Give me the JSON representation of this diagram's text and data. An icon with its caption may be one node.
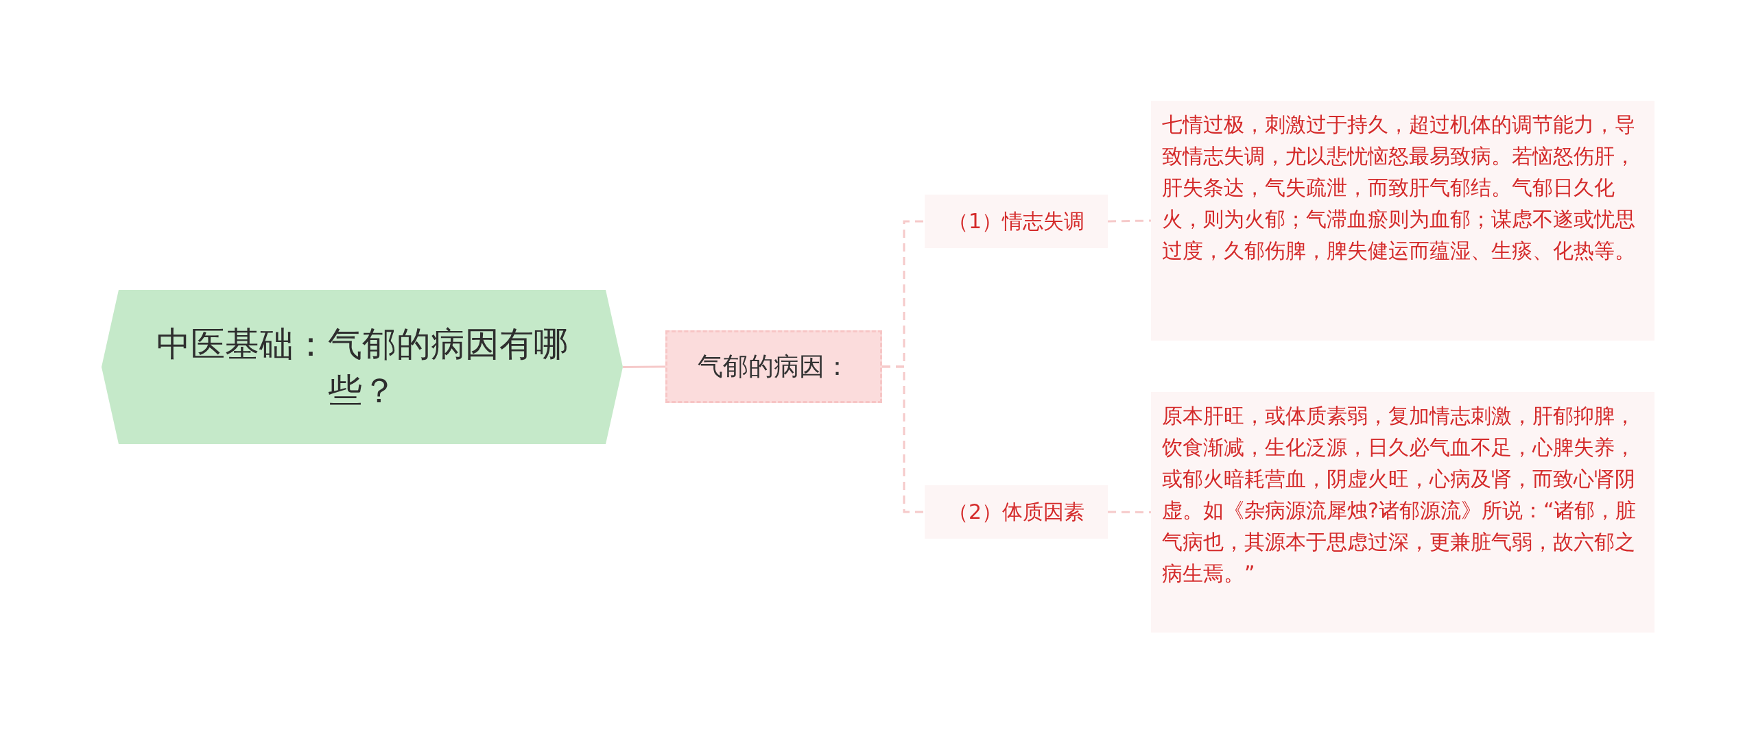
{
  "diagram": {
    "nodes": [
      {
        "text": [
          "中医基础：气郁的病因有哪些？"
        ]
      },
      {
        "text": [
          "气郁的病因："
        ]
      },
      {
        "text": [
          "（1）情志失调"
        ]
      },
      {
        "text": [
          "（2）体质因素"
        ]
      },
      {
        "text": [
          "七情过极，刺激过于持久，超过机体的调节能力，导致情志失调，尤以悲忧恼怒最易致病。若恼怒伤肝，肝失条达，气失疏泄，而致肝气郁结。气郁日久化火，则为火郁；气滞血瘀则为血郁；谋虑不遂或忧思过度，久郁伤脾，脾失健运而蕴湿、生痰、化热等。"
        ]
      },
      {
        "text": [
          "原本肝旺，或体质素弱，复加情志刺激，肝郁抑脾，饮食渐减，生化泛源，日久必气血不足，心脾失养，或郁火暗耗营血，阴虚火旺，心病及肾，而致心肾阴虚。如《杂病源流犀烛?诸郁源流》所说：“诸郁，脏气病也，其源本于思虑过深，更兼脏气弱，故六郁之病生焉。”"
        ]
      }
    ],
    "edges": [
      {
        "from": 0,
        "to": 1,
        "arrow": "none"
      },
      {
        "from": 1,
        "to": 2,
        "arrow": "none",
        "style": "dashed"
      },
      {
        "from": 1,
        "to": 3,
        "arrow": "none",
        "style": "dashed"
      },
      {
        "from": 2,
        "to": 4,
        "arrow": "none",
        "style": "dashed"
      },
      {
        "from": 3,
        "to": 5,
        "arrow": "none",
        "style": "dashed"
      }
    ]
  }
}
